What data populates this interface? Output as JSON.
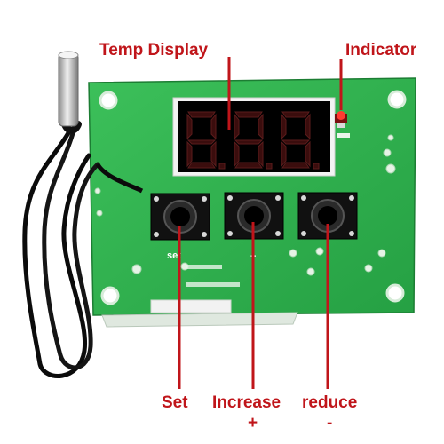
{
  "labels": {
    "temp_display": "Temp Display",
    "indicator": "Indicator",
    "set": "Set",
    "increase": "Increase",
    "increase_symbol": "+",
    "reduce": "reduce",
    "reduce_symbol": "-"
  },
  "board": {
    "silkscreen_set": "set",
    "silkscreen_plus": "+",
    "display_digits": [
      "8.",
      "8.",
      "8."
    ]
  },
  "colors": {
    "callout": "#c0151a",
    "pcb": "#2fb04a",
    "led_off_segment": "#3a0d0d"
  },
  "icons": [
    "temperature-probe-icon",
    "seven-segment-display-icon",
    "indicator-led-icon",
    "tactile-button-icon"
  ]
}
